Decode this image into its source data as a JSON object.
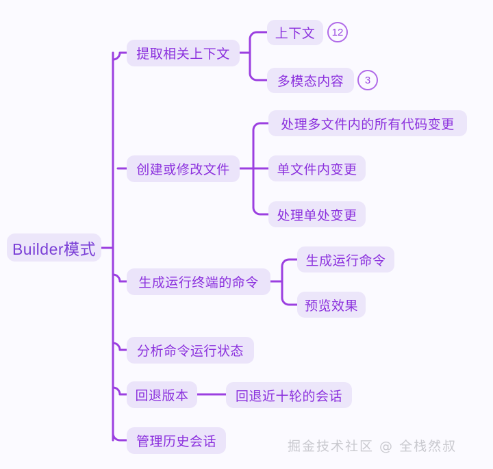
{
  "diagram": {
    "type": "mindmap",
    "title": "Builder模式",
    "accent_color": "#9b3fe0",
    "node_bg_color": "#ece6fa",
    "node_text_color": "#8b30dd",
    "background_color": "#fbfaff",
    "root": {
      "label": "Builder模式"
    },
    "branches": [
      {
        "label": "提取相关上下文",
        "children": [
          {
            "label": "上下文",
            "badge": "12"
          },
          {
            "label": "多模态内容",
            "badge": "3"
          }
        ]
      },
      {
        "label": "创建或修改文件",
        "children": [
          {
            "label": "处理多文件内的所有代码变更"
          },
          {
            "label": "单文件内变更"
          },
          {
            "label": "处理单处变更"
          }
        ]
      },
      {
        "label": "生成运行终端的命令",
        "children": [
          {
            "label": "生成运行命令"
          },
          {
            "label": "预览效果"
          }
        ]
      },
      {
        "label": "分析命令运行状态",
        "children": []
      },
      {
        "label": "回退版本",
        "children": [
          {
            "label": "回退近十轮的会话"
          }
        ]
      },
      {
        "label": "管理历史会话",
        "children": []
      }
    ]
  },
  "watermark": {
    "text": "掘金技术社区 @ 全栈然叔"
  }
}
